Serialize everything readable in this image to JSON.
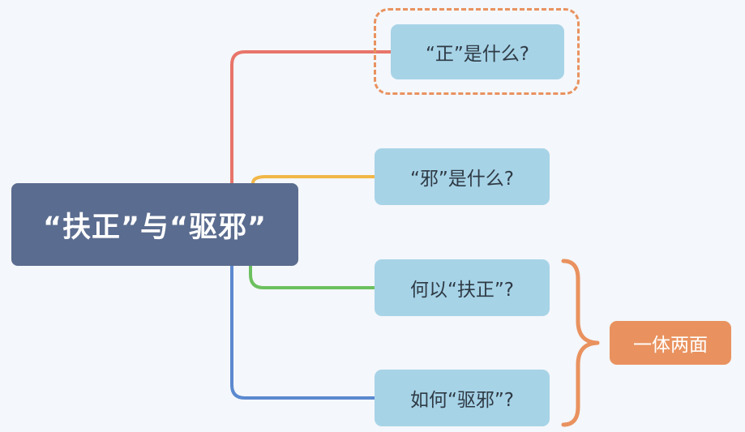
{
  "colors": {
    "background": "#f4f7fb",
    "root_fill": "#5a6c8f",
    "branch_fill": "#a7d3e7",
    "branch_1_line": "#e8756a",
    "branch_2_line": "#f1b746",
    "branch_3_line": "#6cc05f",
    "branch_4_line": "#5b89cf",
    "highlight_border": "#e9925f",
    "brace": "#e9925f",
    "summary_fill": "#e9925f"
  },
  "root": {
    "label": "“扶正”与“驱邪”"
  },
  "branches": [
    {
      "label": "“正”是什么?",
      "highlighted": true
    },
    {
      "label": "“邪”是什么?",
      "highlighted": false
    },
    {
      "label": "何以“扶正”?",
      "highlighted": false
    },
    {
      "label": "如何“驱邪”?",
      "highlighted": false
    }
  ],
  "summary": {
    "label": "一体两面",
    "covers_branches": [
      3,
      4
    ]
  }
}
